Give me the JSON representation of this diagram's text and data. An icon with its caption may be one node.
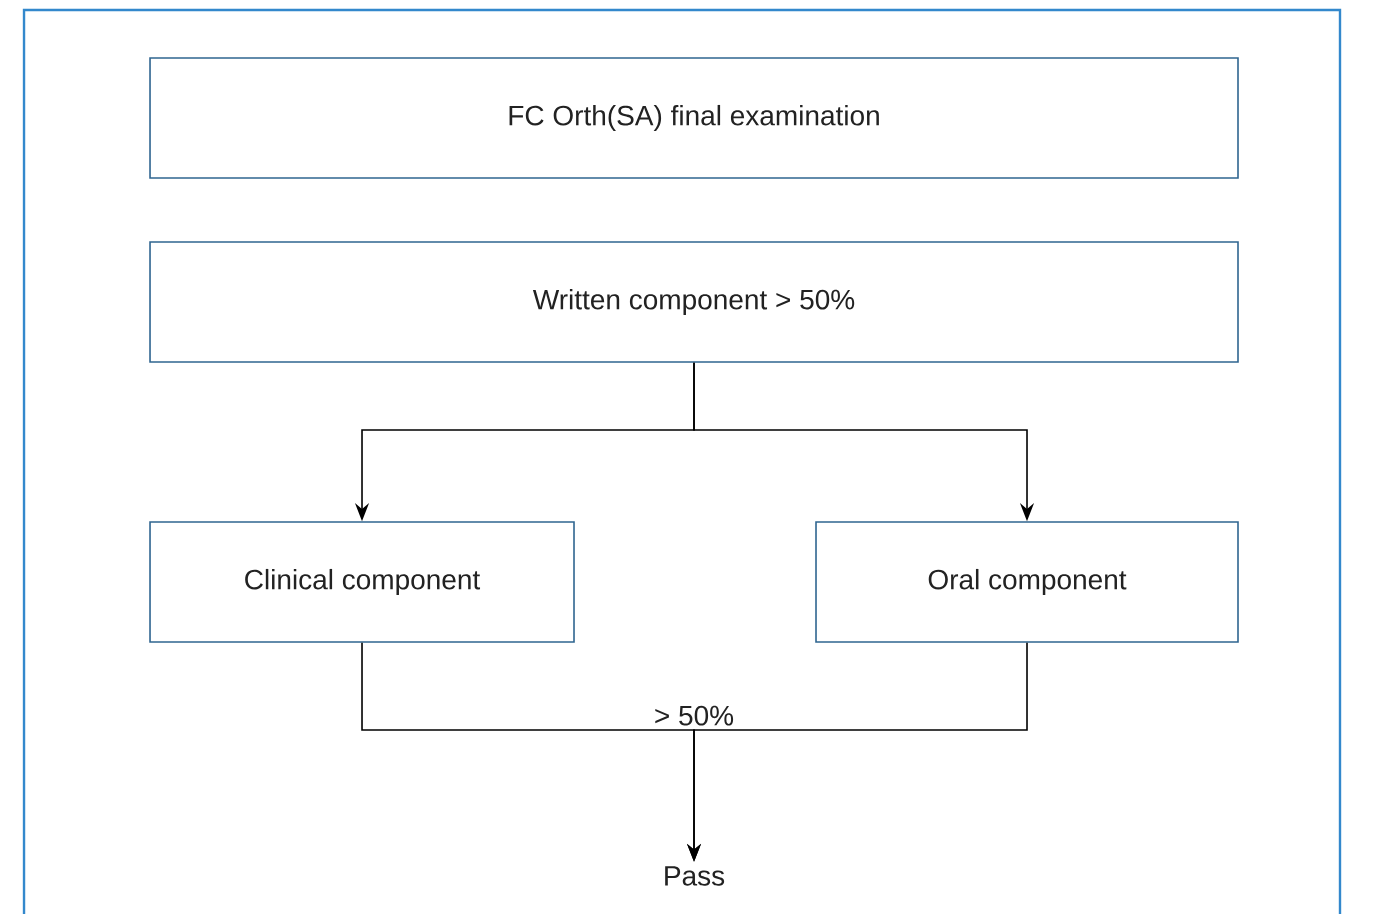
{
  "diagram": {
    "nodes": [
      {
        "text": [
          "FC Orth(SA) final examination"
        ]
      },
      {
        "text": [
          "Written component > 50%"
        ]
      },
      {
        "text": [
          "Clinical component"
        ]
      },
      {
        "text": [
          "Oral component"
        ]
      },
      {
        "text": [
          "Pass"
        ]
      }
    ],
    "edges": [
      {
        "from": 1,
        "to": 2,
        "arrow": "to"
      },
      {
        "from": 1,
        "to": 3,
        "arrow": "to"
      },
      {
        "from": 2,
        "to": 4,
        "arrow": "to",
        "label": "> 50%"
      },
      {
        "from": 3,
        "to": 4,
        "arrow": "to"
      }
    ]
  }
}
